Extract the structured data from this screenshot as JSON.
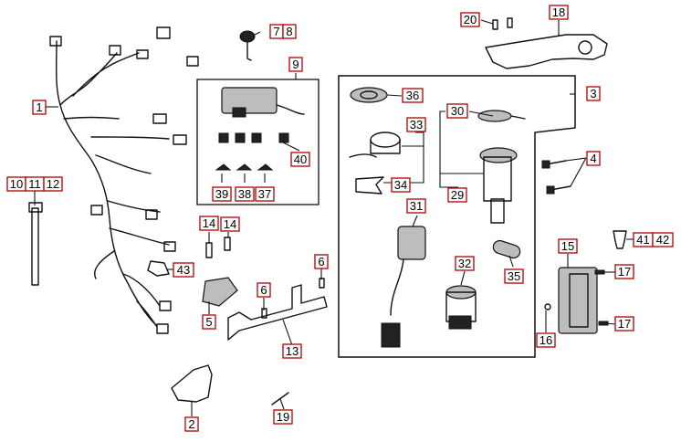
{
  "diagram": {
    "callouts": {
      "c1": "1",
      "c2": "2",
      "c3": "3",
      "c4": "4",
      "c5": "5",
      "c6a": "6",
      "c6b": "6",
      "c7": "7",
      "c8": "8",
      "c9": "9",
      "c10": "10",
      "c11": "11",
      "c12": "12",
      "c13": "13",
      "c14a": "14",
      "c14b": "14",
      "c15": "15",
      "c16": "16",
      "c17a": "17",
      "c17b": "17",
      "c18": "18",
      "c19": "19",
      "c20": "20",
      "c29": "29",
      "c30": "30",
      "c31": "31",
      "c32": "32",
      "c33": "33",
      "c34": "34",
      "c35": "35",
      "c36": "36",
      "c37": "37",
      "c38": "38",
      "c39": "39",
      "c40": "40",
      "c41": "41",
      "c42": "42",
      "c43": "43"
    },
    "colors": {
      "callout_border": "#b00000",
      "line": "#111111",
      "background": "#ffffff"
    }
  }
}
